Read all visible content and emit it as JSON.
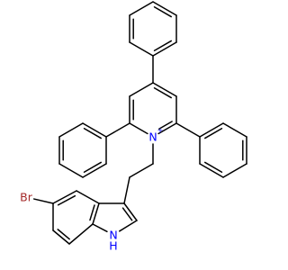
{
  "structure": {
    "atom_labels": {
      "bromine": "Br",
      "pyridinium_nitrogen": "N",
      "pyridinium_charge": "+",
      "indole_nitrogen": "N",
      "indole_hydrogen": "H"
    },
    "colors": {
      "bond": "#000000",
      "bromine": "#a52a2a",
      "nitrogen": "#0000ff"
    }
  }
}
